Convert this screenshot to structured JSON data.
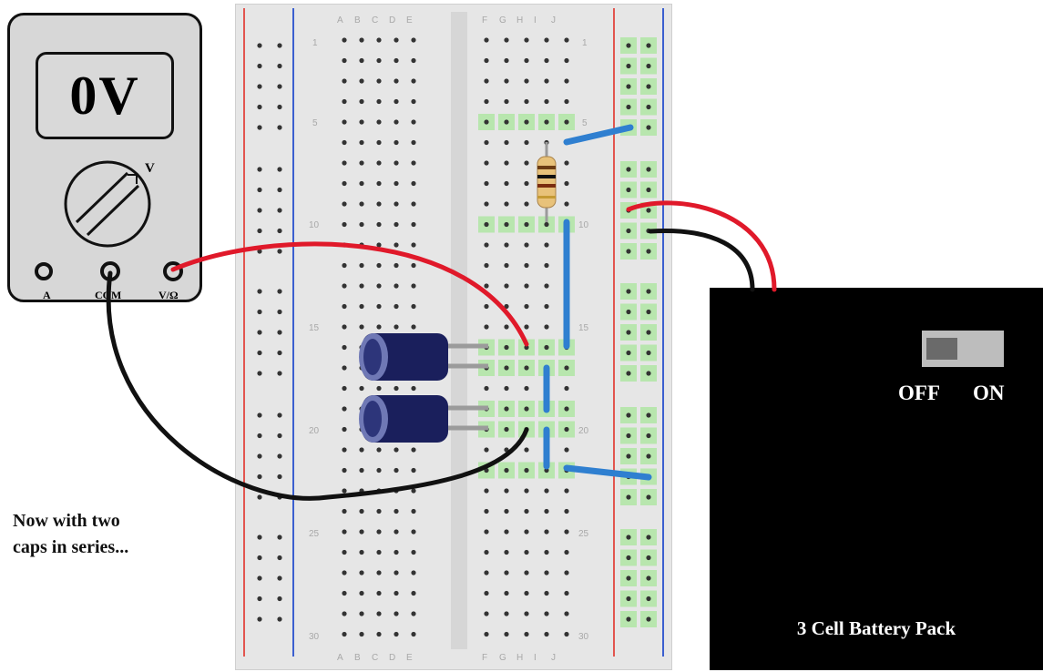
{
  "meter": {
    "reading": "0V",
    "mode_label": "V",
    "ports": [
      "A",
      "COM",
      "V/Ω"
    ]
  },
  "breadboard": {
    "column_letters_left": [
      "A",
      "B",
      "C",
      "D",
      "E"
    ],
    "column_letters_right": [
      "F",
      "G",
      "H",
      "I",
      "J"
    ],
    "row_numbers": [
      "1",
      "5",
      "10",
      "15",
      "20",
      "25",
      "30"
    ]
  },
  "battery": {
    "title": "3 Cell Battery Pack",
    "switch_off_label": "OFF",
    "switch_on_label": "ON"
  },
  "caption": {
    "line1": "Now with two",
    "line2": "caps in series..."
  },
  "colors": {
    "rail_red": "#e2554f",
    "rail_blue": "#3b5fcf",
    "wire_red": "#e0192a",
    "wire_black": "#111111",
    "jumper_blue": "#2f7fd0",
    "hole_active": "#b8e6ae",
    "capacitor": "#1a1f5c"
  }
}
